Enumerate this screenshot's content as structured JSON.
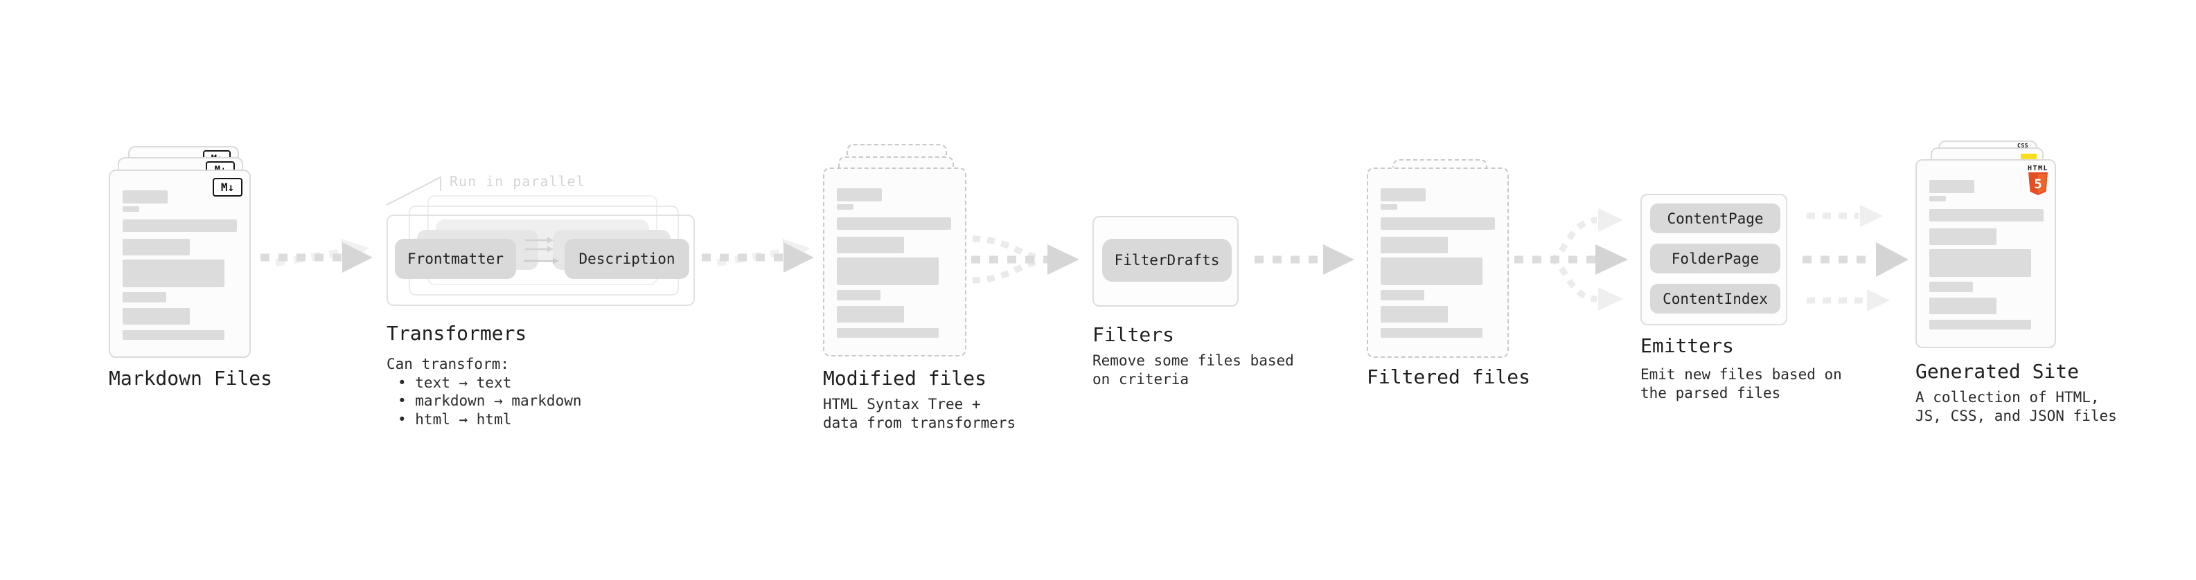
{
  "markdown": {
    "label": "Markdown Files",
    "badge": "M↓"
  },
  "transformers": {
    "label": "Transformers",
    "note": "Run in parallel",
    "pill1": "Frontmatter",
    "pill2": "Description",
    "desc1": "Can transform:",
    "desc2": "• text → text",
    "desc3": "• markdown → markdown",
    "desc4": "• html → html"
  },
  "modified": {
    "label": "Modified files",
    "desc1": "HTML Syntax Tree +",
    "desc2": "data from transformers"
  },
  "filters": {
    "label": "Filters",
    "pill": "FilterDrafts",
    "desc1": "Remove some files based",
    "desc2": "on criteria"
  },
  "filtered": {
    "label": "Filtered files"
  },
  "emitters": {
    "label": "Emitters",
    "pill1": "ContentPage",
    "pill2": "FolderPage",
    "pill3": "ContentIndex",
    "desc1": "Emit new files based on",
    "desc2": "the parsed files"
  },
  "generated": {
    "label": "Generated Site",
    "desc1": "A collection of HTML,",
    "desc2": "JS, CSS, and JSON files",
    "html_badge_text": "HTML",
    "html_badge_number": "5",
    "css_badge_text": "CSS"
  },
  "icons": [
    "markdown-icon",
    "html5-icon",
    "css3-icon",
    "js-icon",
    "flow-arrow-icon",
    "merge-arrow-icon",
    "split-arrow-icon",
    "parallel-arrows-icon",
    "pill-arrows-icon"
  ],
  "colors": {
    "background": "#ffffff",
    "card_bg": "#fcfcfc",
    "card_border": "#dbdbdb",
    "dashed_border": "#c9c9c9",
    "placeholder_line": "#dcdcdc",
    "pill_bg": "#d9d9d9",
    "arrow_main": "#d6d6d6",
    "arrow_ghost": "#f0f0f0",
    "text_dark": "#1e1e1e",
    "note_gray": "#d4d4d4",
    "html5_orange": "#e44d26",
    "html5_orange_light": "#f16529",
    "js_yellow": "#f7df1e",
    "css_blue": "#2965f1"
  }
}
